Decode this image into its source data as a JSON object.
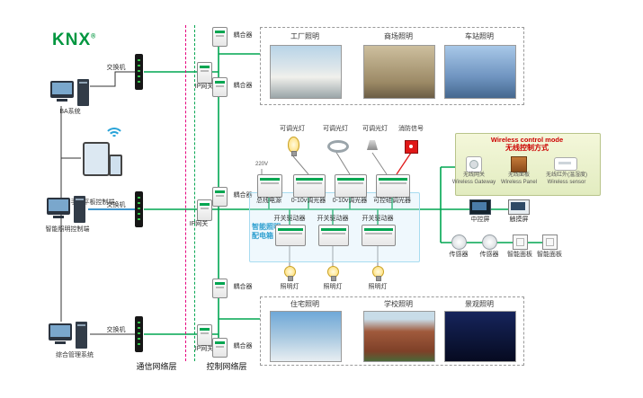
{
  "logo": {
    "text": "KNX",
    "registered": "®"
  },
  "layer_labels": {
    "communication": "通信网络层",
    "control": "控制网络层"
  },
  "terminals": [
    {
      "label": "BA系统"
    },
    {
      "label": "手机平板控制端"
    },
    {
      "label": "智能照明控制端"
    },
    {
      "label": "综合管理系统"
    }
  ],
  "switch_label": "交换机",
  "gateway_label": "IP网关",
  "coupler_label": "耦合器",
  "top_scenes": [
    {
      "label": "工厂照明"
    },
    {
      "label": "商场照明"
    },
    {
      "label": "车站照明"
    }
  ],
  "bottom_scenes": [
    {
      "label": "住宅照明"
    },
    {
      "label": "学校照明"
    },
    {
      "label": "景观照明"
    }
  ],
  "distribution_box": {
    "title_line1": "智能照明",
    "title_line2": "配电箱",
    "power_label": "220V",
    "top_lamps": [
      {
        "label": "可调光灯"
      },
      {
        "label": "可调光灯"
      },
      {
        "label": "可调光灯"
      },
      {
        "label": "消防信号"
      }
    ],
    "row1_modules": [
      {
        "label": "总线电源"
      },
      {
        "label": "0-10v调光器"
      },
      {
        "label": "0-10v调光器"
      },
      {
        "label": "可控硅调光器"
      }
    ],
    "row2_modules": [
      {
        "label": "开关驱动器"
      },
      {
        "label": "开关驱动器"
      },
      {
        "label": "开关驱动器"
      }
    ],
    "bottom_lamps": [
      {
        "label": "照明灯"
      },
      {
        "label": "照明灯"
      },
      {
        "label": "照明灯"
      }
    ]
  },
  "wireless": {
    "title_en": "Wireless control mode",
    "title_zh": "无线控制方式",
    "items": [
      {
        "zh": "无线网关",
        "en": "Wireless Gateway"
      },
      {
        "zh": "无线面板",
        "en": "Wireless Panel"
      },
      {
        "zh": "无线红外(温湿度)",
        "en": "Wireless sensor"
      }
    ]
  },
  "right_devices": [
    {
      "label": "中控屏"
    },
    {
      "label": "触摸屏"
    }
  ],
  "field_devices": [
    {
      "label": "传感器"
    },
    {
      "label": "传感器"
    },
    {
      "label": "智能面板"
    },
    {
      "label": "智能面板"
    }
  ],
  "colors": {
    "bus_green": "#00a651",
    "line_blue": "#0072bc",
    "dashed_magenta": "#e6007e",
    "alarm_red": "#e01818"
  }
}
